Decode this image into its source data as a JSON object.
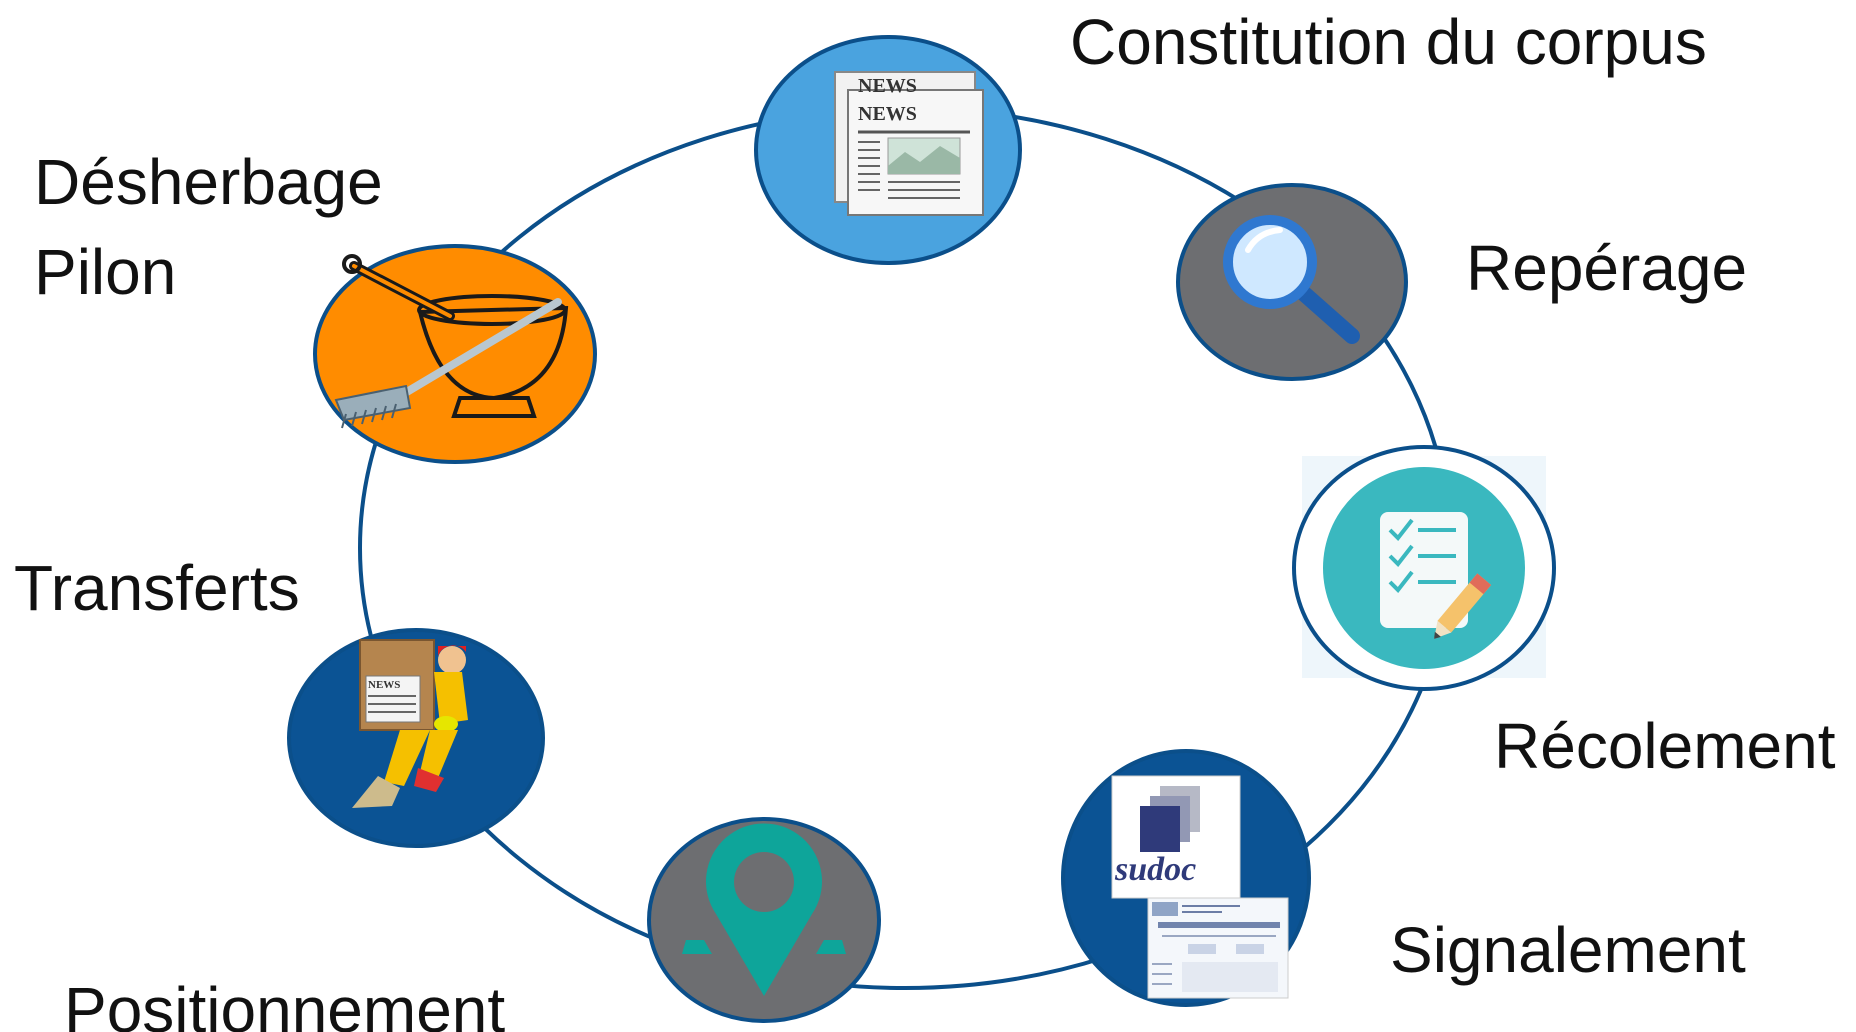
{
  "stages": [
    {
      "id": "constitution",
      "label": "Constitution du corpus",
      "icon": "newspaper-icon",
      "color": "#4aa3df"
    },
    {
      "id": "reperage",
      "label": "Repérage",
      "icon": "magnifier-icon",
      "color": "#6d6e71"
    },
    {
      "id": "recolement",
      "label": "Récolement",
      "icon": "checklist-icon",
      "color": "#3ab8bf"
    },
    {
      "id": "signalement",
      "label": "Signalement",
      "icon": "sudoc-icon",
      "color": "#0b5394"
    },
    {
      "id": "positionnement",
      "label": "Positionnement",
      "icon": "map-pin-icon",
      "color": "#6d6e71"
    },
    {
      "id": "transferts",
      "label": "Transferts",
      "icon": "mover-icon",
      "color": "#0b5394"
    },
    {
      "id": "desherbage",
      "label_lines": [
        "Désherbage",
        "Pilon"
      ],
      "icon": "mortar-rake-icon",
      "color": "#ff8c00"
    }
  ],
  "icons": {
    "newspaper_text_1": "NEWS",
    "newspaper_text_2": "NEWS",
    "sudoc_logo_text": "sudoc",
    "mover_newspaper_text": "NEWS"
  },
  "colors": {
    "cycle_line": "#0b4f8a",
    "node_stroke": "#0b4f8a"
  }
}
